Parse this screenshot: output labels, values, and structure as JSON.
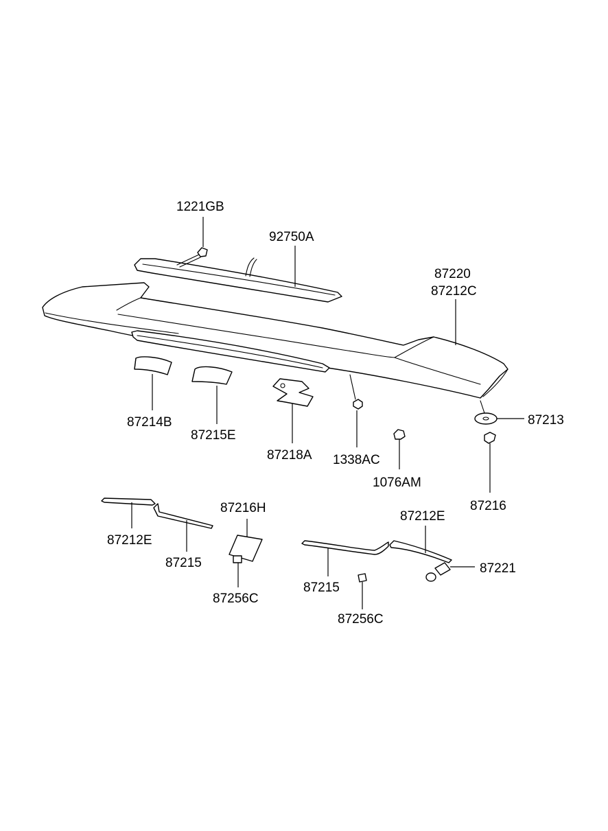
{
  "labels": {
    "bolt": "1221GB",
    "stop_lamp": "92750A",
    "spoiler_a": "87220",
    "spoiler_b": "87212C",
    "pad_left": "87214B",
    "pad_mid": "87215E",
    "bracket": "87218A",
    "nut": "1338AC",
    "clip_small": "1076AM",
    "washer": "87213",
    "grommet": "87216",
    "seal_left_top": "87212E",
    "seal_left_bottom": "87215",
    "pad_square": "87216H",
    "clip_square_left": "87256C",
    "seal_right_bottom": "87215",
    "clip_square_right": "87256C",
    "seal_right_top": "87212E",
    "cap": "87221"
  }
}
